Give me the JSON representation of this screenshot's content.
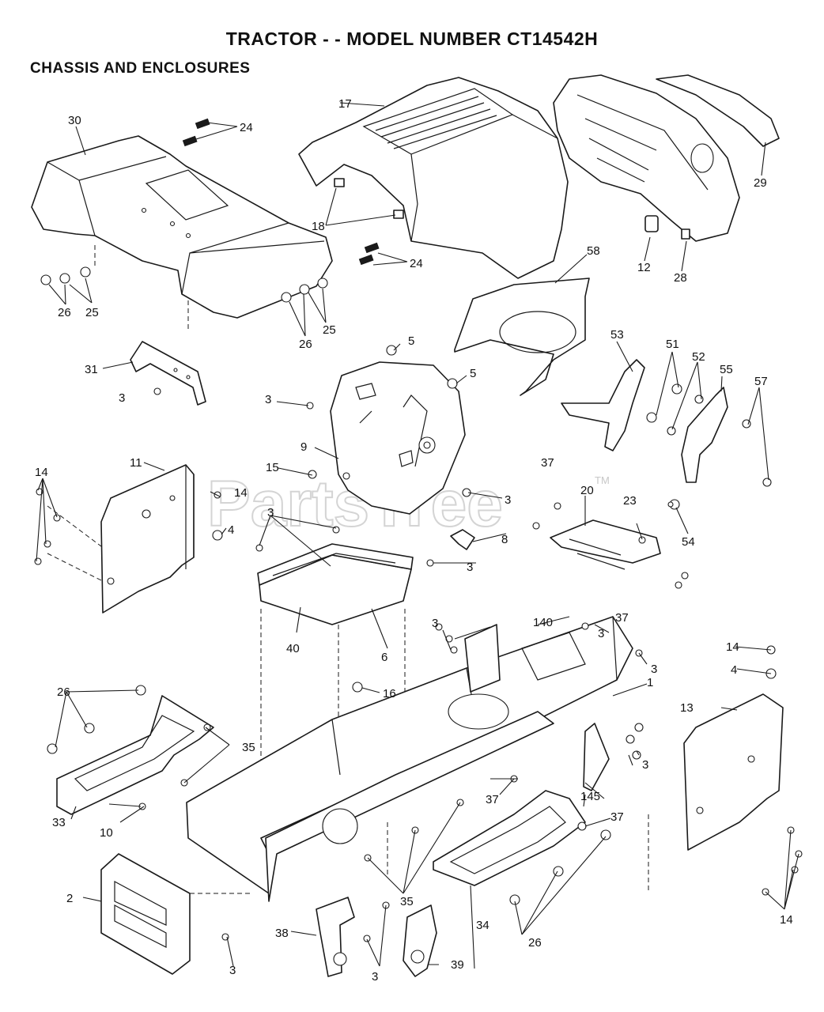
{
  "header": {
    "title": "TRACTOR - - MODEL NUMBER CT14542H",
    "subtitle": "CHASSIS AND ENCLOSURES"
  },
  "watermark": {
    "text": "PartsTree",
    "tm": "TM"
  },
  "callouts": [
    "30",
    "24",
    "17",
    "18",
    "29",
    "12",
    "28",
    "24",
    "58",
    "26",
    "25",
    "26",
    "25",
    "5",
    "5",
    "53",
    "51",
    "52",
    "55",
    "57",
    "31",
    "3",
    "3",
    "9",
    "15",
    "11",
    "14",
    "14",
    "4",
    "3",
    "8",
    "37",
    "20",
    "23",
    "54",
    "3",
    "3",
    "40",
    "6",
    "37",
    "140",
    "3",
    "3",
    "1",
    "16",
    "14",
    "4",
    "13",
    "26",
    "35",
    "3",
    "3",
    "33",
    "10",
    "37",
    "145",
    "37",
    "2",
    "35",
    "34",
    "26",
    "38",
    "3",
    "39",
    "3",
    "14"
  ]
}
